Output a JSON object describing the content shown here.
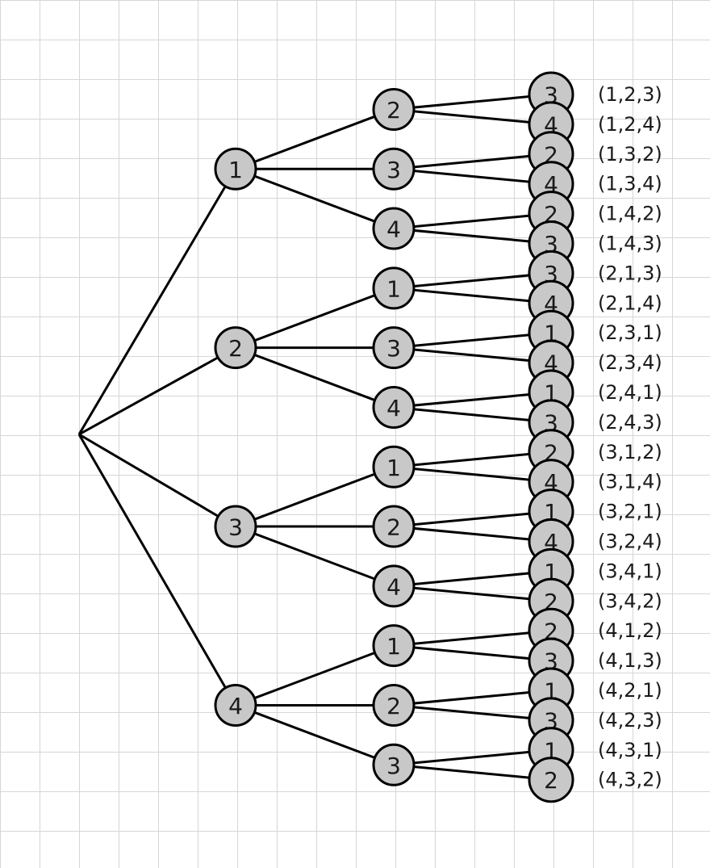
{
  "tree": {
    "level1": [
      {
        "label": "1",
        "children": [
          {
            "label": "2",
            "children": [
              "3",
              "4"
            ]
          },
          {
            "label": "3",
            "children": [
              "2",
              "4"
            ]
          },
          {
            "label": "4",
            "children": [
              "2",
              "3"
            ]
          }
        ]
      },
      {
        "label": "2",
        "children": [
          {
            "label": "1",
            "children": [
              "3",
              "4"
            ]
          },
          {
            "label": "3",
            "children": [
              "1",
              "4"
            ]
          },
          {
            "label": "4",
            "children": [
              "1",
              "3"
            ]
          }
        ]
      },
      {
        "label": "3",
        "children": [
          {
            "label": "1",
            "children": [
              "2",
              "4"
            ]
          },
          {
            "label": "2",
            "children": [
              "1",
              "4"
            ]
          },
          {
            "label": "4",
            "children": [
              "1",
              "2"
            ]
          }
        ]
      },
      {
        "label": "4",
        "children": [
          {
            "label": "1",
            "children": [
              "2",
              "3"
            ]
          },
          {
            "label": "2",
            "children": [
              "1",
              "3"
            ]
          },
          {
            "label": "3",
            "children": [
              "1",
              "2"
            ]
          }
        ]
      }
    ]
  },
  "permutations": [
    "(1,2,3)",
    "(1,2,4)",
    "(1,3,2)",
    "(1,3,4)",
    "(1,4,2)",
    "(1,4,3)",
    "(2,1,3)",
    "(2,1,4)",
    "(2,3,1)",
    "(2,3,4)",
    "(2,4,1)",
    "(2,4,3)",
    "(3,1,2)",
    "(3,1,4)",
    "(3,2,1)",
    "(3,2,4)",
    "(3,4,1)",
    "(3,4,2)",
    "(4,1,2)",
    "(4,1,3)",
    "(4,2,1)",
    "(4,2,3)",
    "(4,3,1)",
    "(4,3,2)"
  ],
  "colors": {
    "node_fill": "#c8c8c8",
    "edge": "#000000",
    "grid": "#d6d6d6",
    "background": "#ffffff"
  }
}
